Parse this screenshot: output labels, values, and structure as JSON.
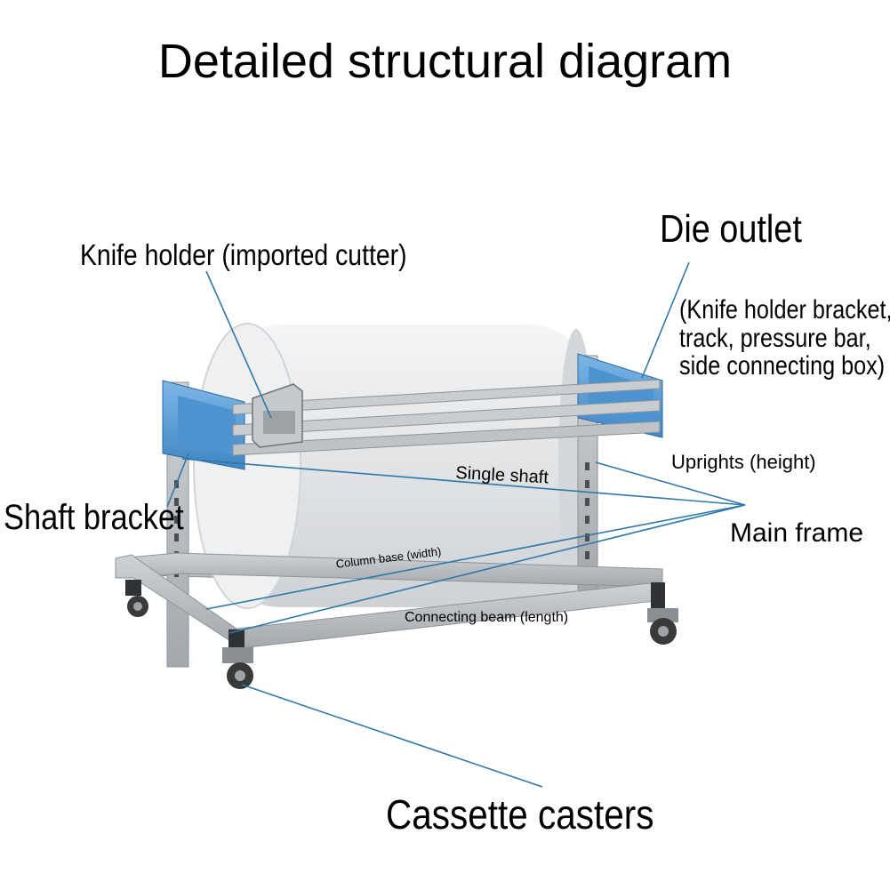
{
  "title": "Detailed structural diagram",
  "labels": {
    "knife_holder": "Knife holder (imported cutter)",
    "die_outlet": "Die outlet",
    "die_outlet_detail": [
      "(Knife holder bracket,",
      "track, pressure bar,",
      "side connecting box)"
    ],
    "shaft_bracket": "Shaft bracket",
    "uprights": "Uprights (height)",
    "main_frame": "Main frame",
    "single_shaft": "Single shaft",
    "column_base": "Column base (width)",
    "connecting_beam": "Connecting beam (length)",
    "casters": "Cassette casters"
  },
  "colors": {
    "leader_line": "#2f78a8",
    "frame_steel": "#b8bcc1",
    "frame_steel_dark": "#8e9398",
    "side_box_blue": "#5aa0da",
    "roll_white": "#e9ebed",
    "caster_dark": "#3a3a3a",
    "rail_silver": "#c9cdd1"
  }
}
